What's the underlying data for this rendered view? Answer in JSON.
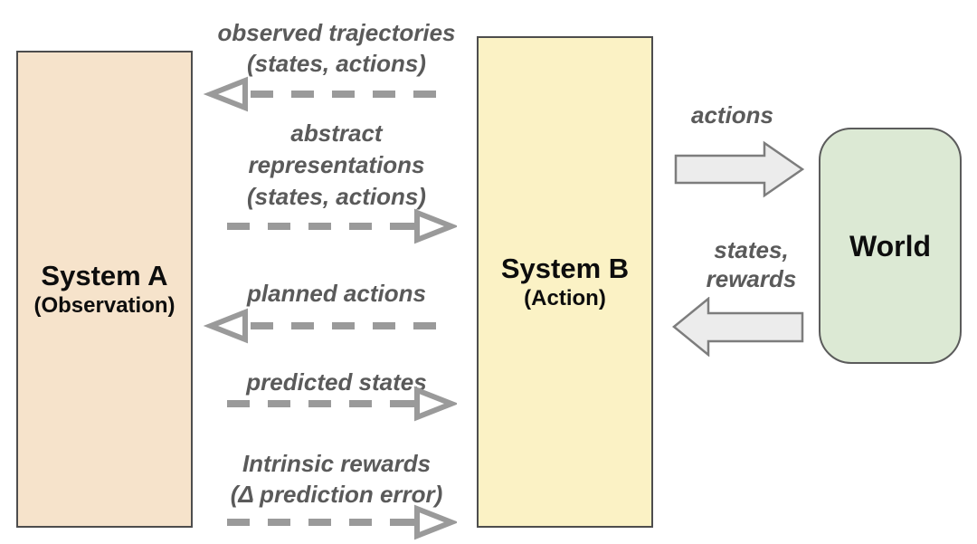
{
  "diagram": {
    "boxes": {
      "system_a": {
        "title": "System A",
        "subtitle": "(Observation)",
        "fill": "#f6e3cb",
        "border": "#4d4d4d"
      },
      "system_b": {
        "title": "System B",
        "subtitle": "(Action)",
        "fill": "#fbf2c5",
        "border": "#4d4d4d"
      },
      "world": {
        "title": "World",
        "fill": "#dce9d4",
        "border": "#5b5b5b"
      }
    },
    "dashed_arrows": [
      {
        "direction": "left",
        "from": "System B",
        "to": "System A",
        "label_lines": [
          "observed trajectories",
          "(states, actions)"
        ]
      },
      {
        "direction": "right",
        "from": "System A",
        "to": "System B",
        "label_lines": [
          "abstract",
          "representations",
          "(states, actions)"
        ]
      },
      {
        "direction": "left",
        "from": "System B",
        "to": "System A",
        "label_lines": [
          "planned actions"
        ]
      },
      {
        "direction": "right",
        "from": "System A",
        "to": "System B",
        "label_lines": [
          "predicted states"
        ]
      },
      {
        "direction": "right",
        "from": "System A",
        "to": "System B",
        "label_lines": [
          "Intrinsic rewards",
          "(Δ prediction error)"
        ]
      }
    ],
    "solid_arrows": [
      {
        "direction": "right",
        "from": "System B",
        "to": "World",
        "label_lines": [
          "actions"
        ]
      },
      {
        "direction": "left",
        "from": "World",
        "to": "System B",
        "label_lines": [
          "states,",
          "rewards"
        ]
      }
    ],
    "colors": {
      "dashed_arrow": "#9a9a9a",
      "arrow_head_fill": "#ffffff",
      "block_arrow_fill": "#ececec",
      "block_arrow_border": "#7d7d7d",
      "label_text": "#5a5a5a",
      "title_text": "#0d0d0d",
      "background": "#ffffff"
    }
  }
}
